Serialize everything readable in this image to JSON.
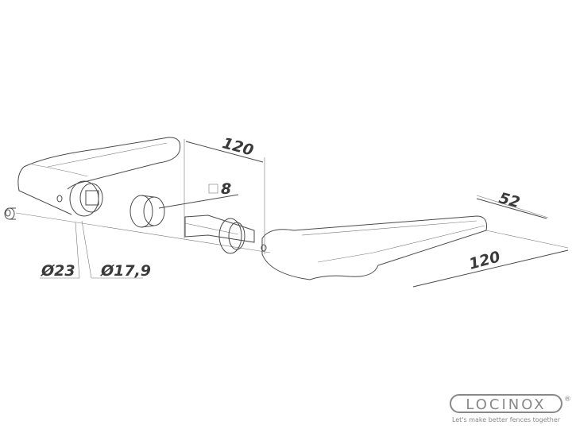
{
  "dimensions": {
    "left_handle_length": "120",
    "spindle_square": "8",
    "right_offset": "52",
    "right_handle_length": "120",
    "rose_outer_diameter": "Ø23",
    "rose_inner_diameter": "Ø17,9"
  },
  "logo": {
    "brand": "LOCINOX",
    "registered": "®",
    "tagline": "Let's make better fences together"
  }
}
